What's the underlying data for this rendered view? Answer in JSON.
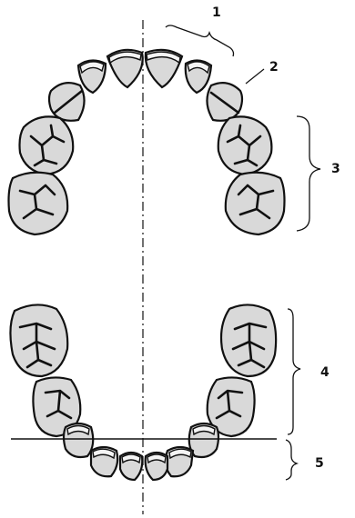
{
  "labels": {
    "l1": "1",
    "l2": "2",
    "l3": "3",
    "l4": "4",
    "l5": "5"
  },
  "colors": {
    "tooth_fill": "#d9d9d9",
    "outline": "#111111",
    "background": "#ffffff"
  }
}
